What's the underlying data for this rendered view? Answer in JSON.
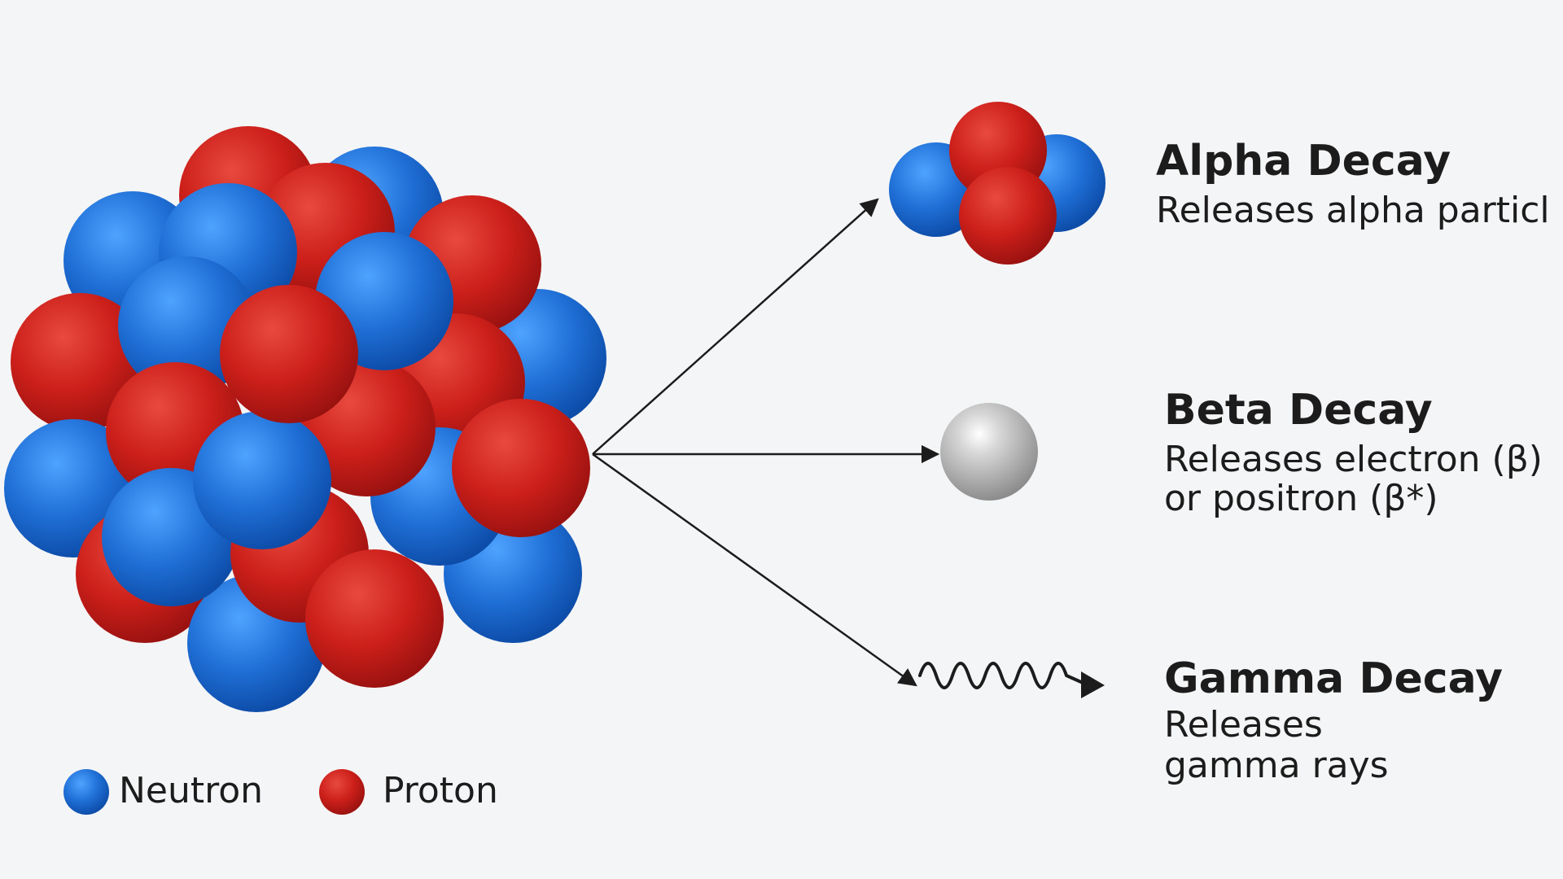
{
  "colors": {
    "neutron": "#1f6fd6",
    "proton": "#cc1f1a",
    "electron": "#a8a8a8",
    "arrow": "#1c1c1c",
    "background": "#f4f5f6"
  },
  "decays": [
    {
      "title": "Alpha Decay",
      "description": [
        "Releases alpha particl"
      ],
      "emission_icon": "alpha-particle-icon"
    },
    {
      "title": "Beta Decay",
      "description": [
        "Releases electron (β)",
        "or positron (β*)"
      ],
      "emission_icon": "electron-sphere-icon"
    },
    {
      "title": "Gamma Decay",
      "description": [
        "Releases",
        "gamma rays"
      ],
      "emission_icon": "gamma-wave-icon"
    }
  ],
  "legend": {
    "neutron_label": "Neutron",
    "proton_label": "Proton"
  }
}
